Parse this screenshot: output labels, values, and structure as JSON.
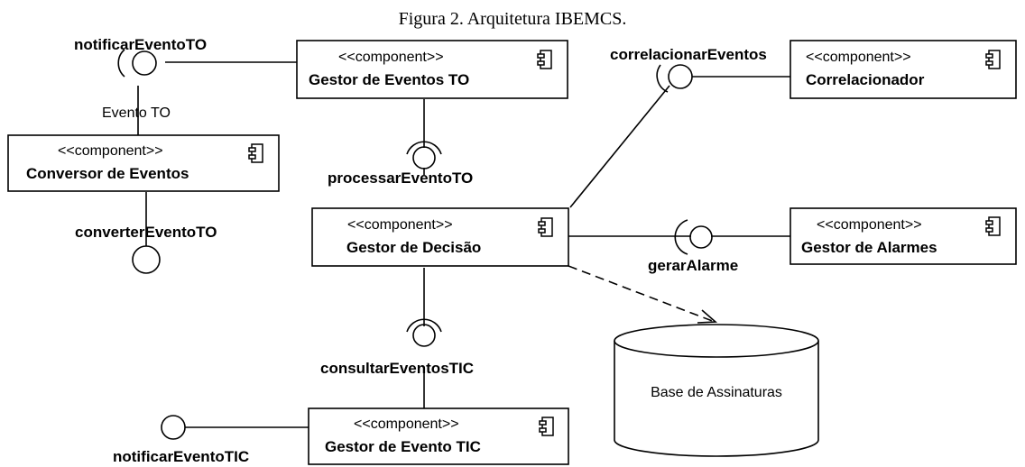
{
  "caption": "Figura 2. Arquitetura IBEMCS.",
  "stereotype": "<<component>>",
  "components": {
    "gestor_eventos_to": "Gestor de Eventos TO",
    "correlacionador": "Correlacionador",
    "conversor_eventos": "Conversor de Eventos",
    "gestor_decisao": "Gestor de Decisão",
    "gestor_alarmes": "Gestor de Alarmes",
    "gestor_evento_tic": "Gestor de Evento TIC"
  },
  "interfaces": {
    "notificar_evento_to": "notificarEventoTO",
    "correlacionar_eventos": "correlacionarEventos",
    "processar_evento_to": "processarEventoTO",
    "converter_evento_to": "converterEventoTO",
    "gerar_alarme": "gerarAlarme",
    "consultar_eventos_tic": "consultarEventosTIC",
    "notificar_evento_tic": "notificarEventoTIC"
  },
  "labels": {
    "evento_to": "Evento TO"
  },
  "datastore": {
    "base_assinaturas": "Base de Assinaturas"
  }
}
